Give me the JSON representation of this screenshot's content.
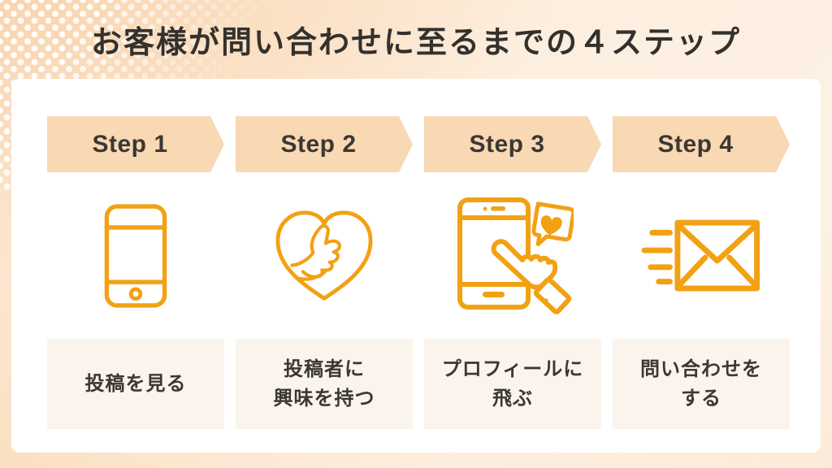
{
  "title": "お客様が問い合わせに至るまでの４ステップ",
  "steps": [
    {
      "label": "Step 1",
      "icon": "smartphone-icon",
      "lines": [
        "投稿を見る",
        ""
      ]
    },
    {
      "label": "Step 2",
      "icon": "heart-thumbs-up-icon",
      "lines": [
        "投稿者に",
        "興味を持つ"
      ]
    },
    {
      "label": "Step 3",
      "icon": "phone-tap-heart-icon",
      "lines": [
        "プロフィールに",
        "飛ぶ"
      ]
    },
    {
      "label": "Step 4",
      "icon": "flying-mail-icon",
      "lines": [
        "問い合わせを",
        "する"
      ]
    }
  ],
  "colors": {
    "accent_orange": "#F2A114",
    "arrow_fill": "#F9D8B4",
    "card_background": "#FFFFFF",
    "description_box_background": "#FAF4EC",
    "text_dark": "#38352F",
    "page_background_light": "#FDF3EA",
    "page_background_deep": "#FBE2C9"
  }
}
